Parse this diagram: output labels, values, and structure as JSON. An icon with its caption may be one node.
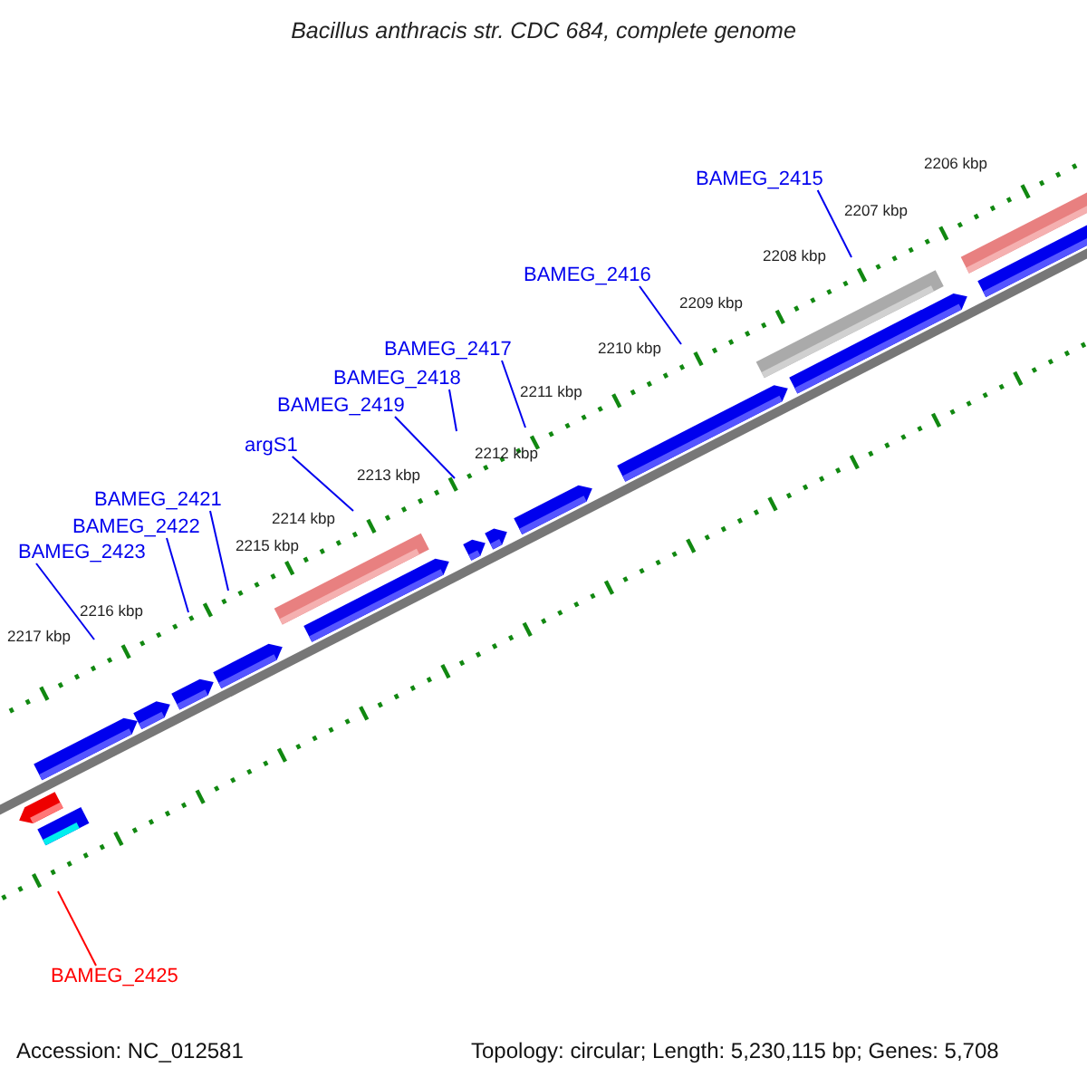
{
  "diagram": {
    "title": "Bacillus anthracis str. CDC 684, complete genome",
    "nodes": [
      {
        "text": [
          "BAMEG_2415"
        ]
      },
      {
        "text": [
          "BAMEG_2416"
        ]
      },
      {
        "text": [
          "BAMEG_2417"
        ]
      },
      {
        "text": [
          "BAMEG_2418"
        ]
      },
      {
        "text": [
          "BAMEG_2419"
        ]
      },
      {
        "text": [
          "argS1"
        ]
      },
      {
        "text": [
          "BAMEG_2421"
        ]
      },
      {
        "text": [
          "BAMEG_2422"
        ]
      },
      {
        "text": [
          "BAMEG_2423"
        ]
      },
      {
        "text": [
          "BAMEG_2425"
        ]
      }
    ],
    "edges": [
      {
        "from": 0,
        "to": null,
        "arrow": "none"
      },
      {
        "from": 1,
        "to": null,
        "arrow": "none"
      },
      {
        "from": 2,
        "to": null,
        "arrow": "none"
      },
      {
        "from": 3,
        "to": null,
        "arrow": "none"
      },
      {
        "from": 4,
        "to": null,
        "arrow": "none"
      },
      {
        "from": 5,
        "to": null,
        "arrow": "none"
      },
      {
        "from": 6,
        "to": null,
        "arrow": "none"
      },
      {
        "from": 7,
        "to": null,
        "arrow": "none"
      },
      {
        "from": 8,
        "to": null,
        "arrow": "none"
      },
      {
        "from": 9,
        "to": null,
        "arrow": "none",
        "color": "#ff0000"
      }
    ],
    "labels": [
      "2206 kbp",
      "2207 kbp",
      "2208 kbp",
      "2209 kbp",
      "2210 kbp",
      "2211 kbp",
      "2212 kbp",
      "2213 kbp",
      "2214 kbp",
      "2215 kbp",
      "2216 kbp",
      "2217 kbp",
      "Accession: NC_012581",
      "Topology: circular; Length: 5,230,115 bp; Genes: 5,708"
    ]
  }
}
